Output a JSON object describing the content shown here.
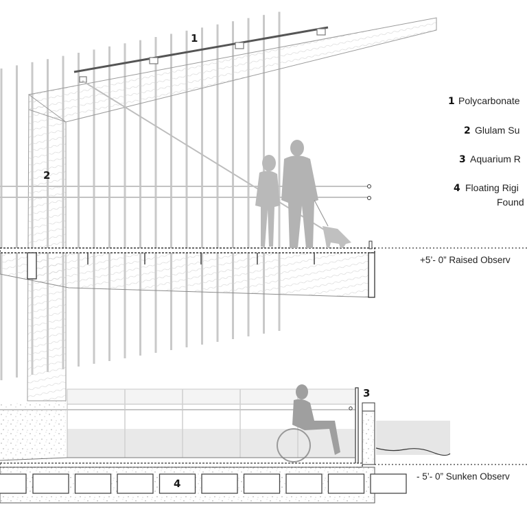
{
  "callouts": {
    "c1": "1",
    "c2": "2",
    "c3": "3",
    "c4": "4"
  },
  "legend": [
    {
      "num": "1",
      "text": "Polycarbonate"
    },
    {
      "num": "2",
      "text": "Glulam Su"
    },
    {
      "num": "3",
      "text": "Aquarium R"
    },
    {
      "num": "4",
      "text": "Floating Rigi",
      "text2": "Found"
    }
  ],
  "levels": {
    "raised": "+5’- 0” Raised Observ",
    "sunken": "- 5’- 0” Sunken Observ"
  }
}
